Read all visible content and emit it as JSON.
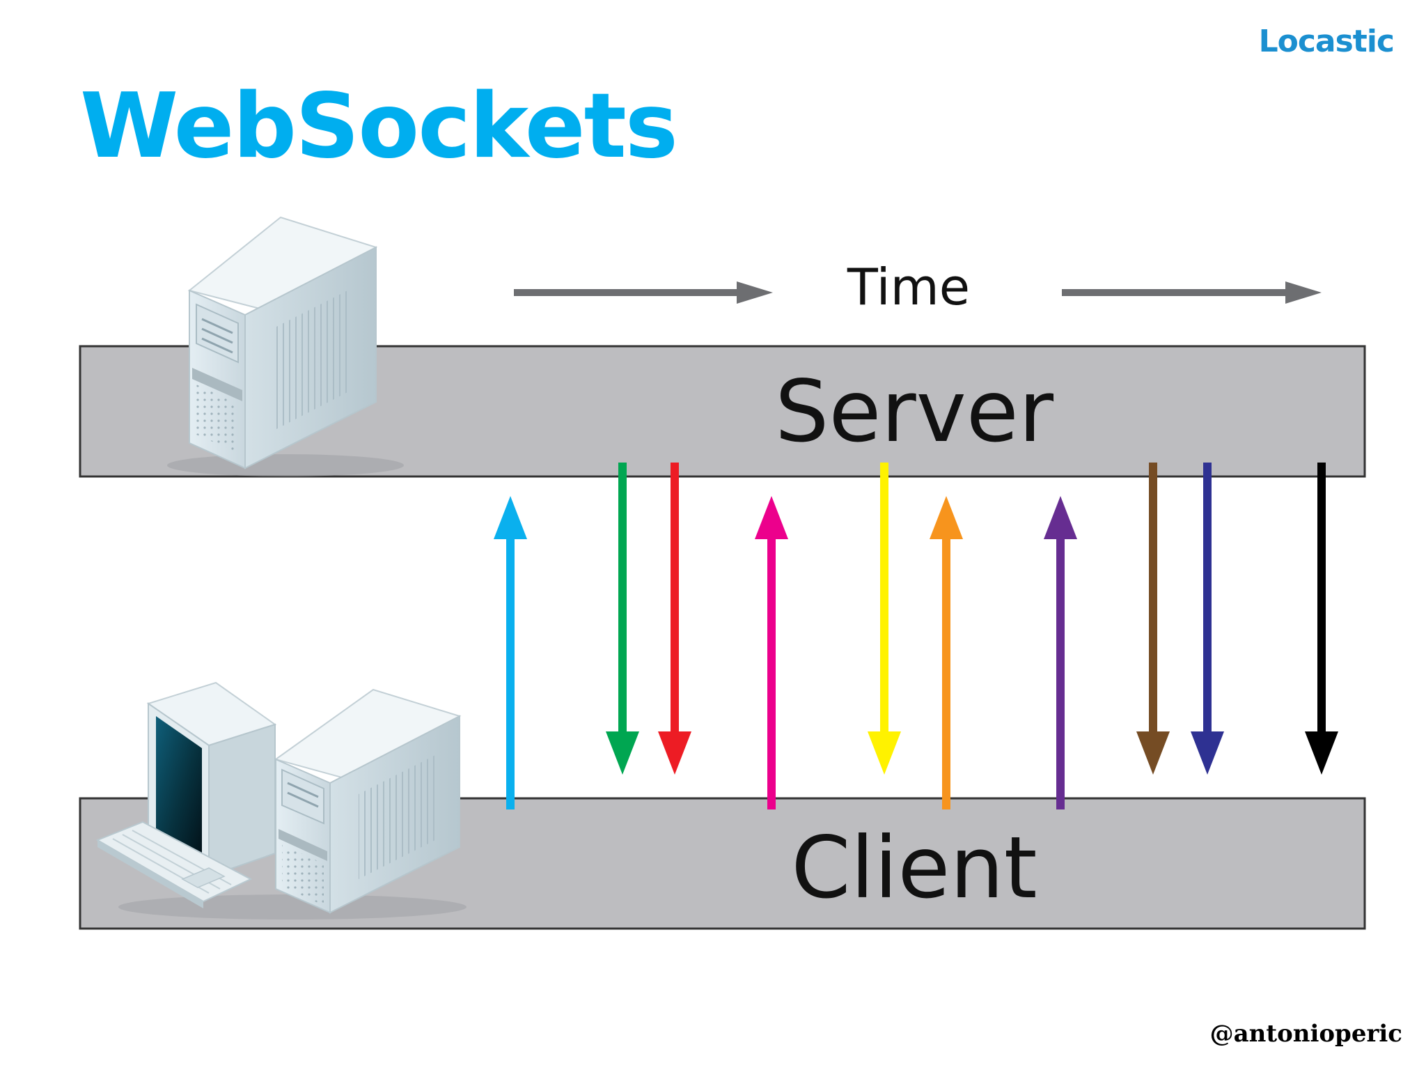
{
  "brand": "Locastic",
  "title": "WebSockets",
  "title_color": "#00aeef",
  "handle": "@antonioperic",
  "diagram": {
    "time_label": "Time",
    "server_label": "Server",
    "client_label": "Client",
    "band_fill": "#bdbdc0",
    "time_arrow_color": "#6d6e71",
    "icons": {
      "server": "server-tower-icon",
      "client": "desktop-computer-icon"
    },
    "messages": [
      {
        "direction": "up",
        "color": "#0ab0ee"
      },
      {
        "direction": "down",
        "color": "#00a651"
      },
      {
        "direction": "down",
        "color": "#ed1c24"
      },
      {
        "direction": "up",
        "color": "#ec008c"
      },
      {
        "direction": "down",
        "color": "#fff200"
      },
      {
        "direction": "up",
        "color": "#f7941d"
      },
      {
        "direction": "up",
        "color": "#662d91"
      },
      {
        "direction": "down",
        "color": "#754c24"
      },
      {
        "direction": "down",
        "color": "#2e3192"
      },
      {
        "direction": "down",
        "color": "#000000"
      }
    ]
  }
}
